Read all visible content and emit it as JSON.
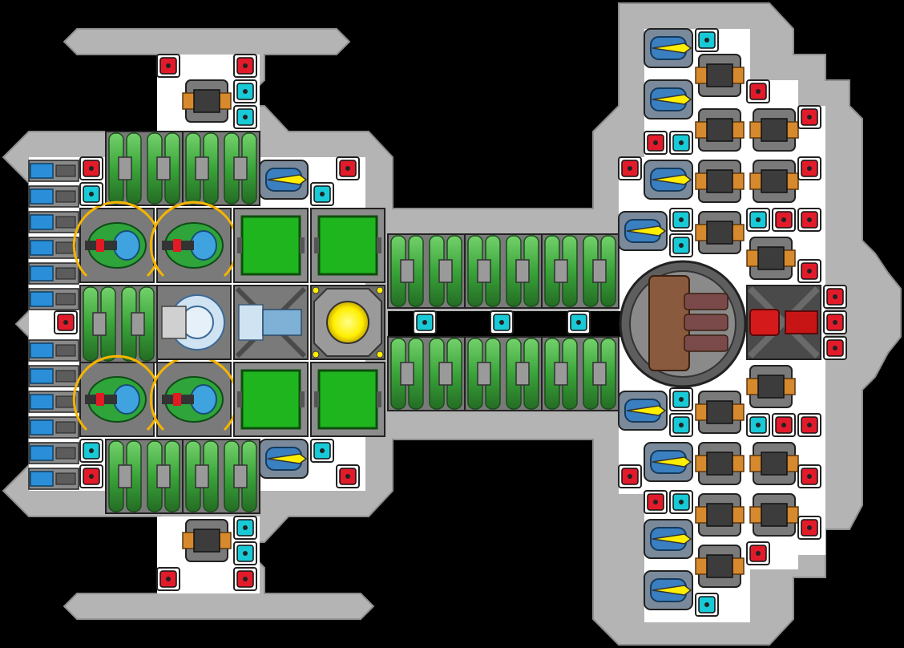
{
  "scene": {
    "title": "",
    "palette": {
      "background": "#000000",
      "hull": "#b4b4b4",
      "hull_edge": "#8e8e8e",
      "floor": "#ffffff",
      "armor_green": "#4caf45",
      "armor_green_dark": "#2e7d2b",
      "armor_gray": "#6d6d6d",
      "module_green": "#2fbf2f",
      "core_yellow": "#ffee00",
      "thruster_blue": "#2a8fd8",
      "red_module": "#e21b2b",
      "cyan_module": "#19c9d6",
      "orange_weapon": "#d7892d",
      "brown_cannon": "#8a5a3e"
    },
    "blocks": [
      "thruster-bank",
      "armor-module",
      "green-hangar-bay",
      "reactor-core",
      "shield-generator",
      "railgun-turret",
      "autocannon-turret",
      "missile-pod",
      "heavy-cannon",
      "red-power-node",
      "cyan-power-node"
    ]
  }
}
